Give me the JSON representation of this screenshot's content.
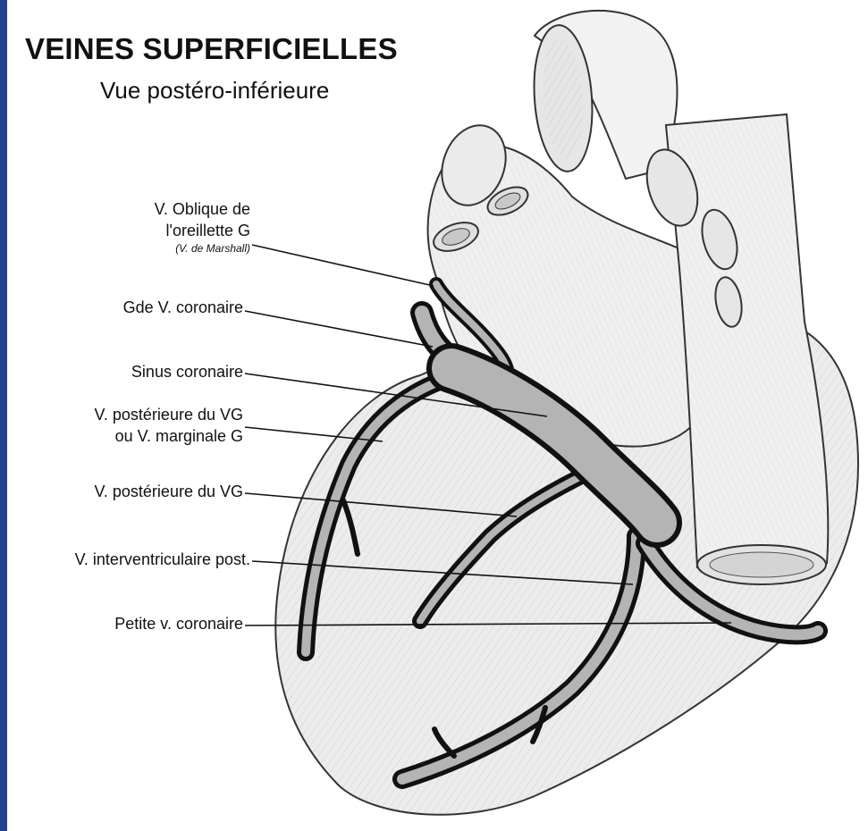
{
  "title": "VEINES SUPERFICIELLES",
  "subtitle": "Vue postéro-inférieure",
  "labels": {
    "oblique_line1": "V. Oblique de",
    "oblique_line2": "l'oreillette G",
    "oblique_note": "(V. de Marshall)",
    "gde_coronaire": "Gde V. coronaire",
    "sinus_coronaire": "Sinus coronaire",
    "post_vg_line1": "V. postérieure du VG",
    "post_vg_line2": "ou V. marginale G",
    "post_vg_2": "V. postérieure du VG",
    "interventriculaire": "V. interventriculaire post.",
    "petite_coronaire": "Petite v. coronaire"
  },
  "colors": {
    "frame": "#23408a",
    "vein_fill": "#b4b4b4",
    "vein_stroke": "#111111",
    "sketch": "#555555"
  }
}
